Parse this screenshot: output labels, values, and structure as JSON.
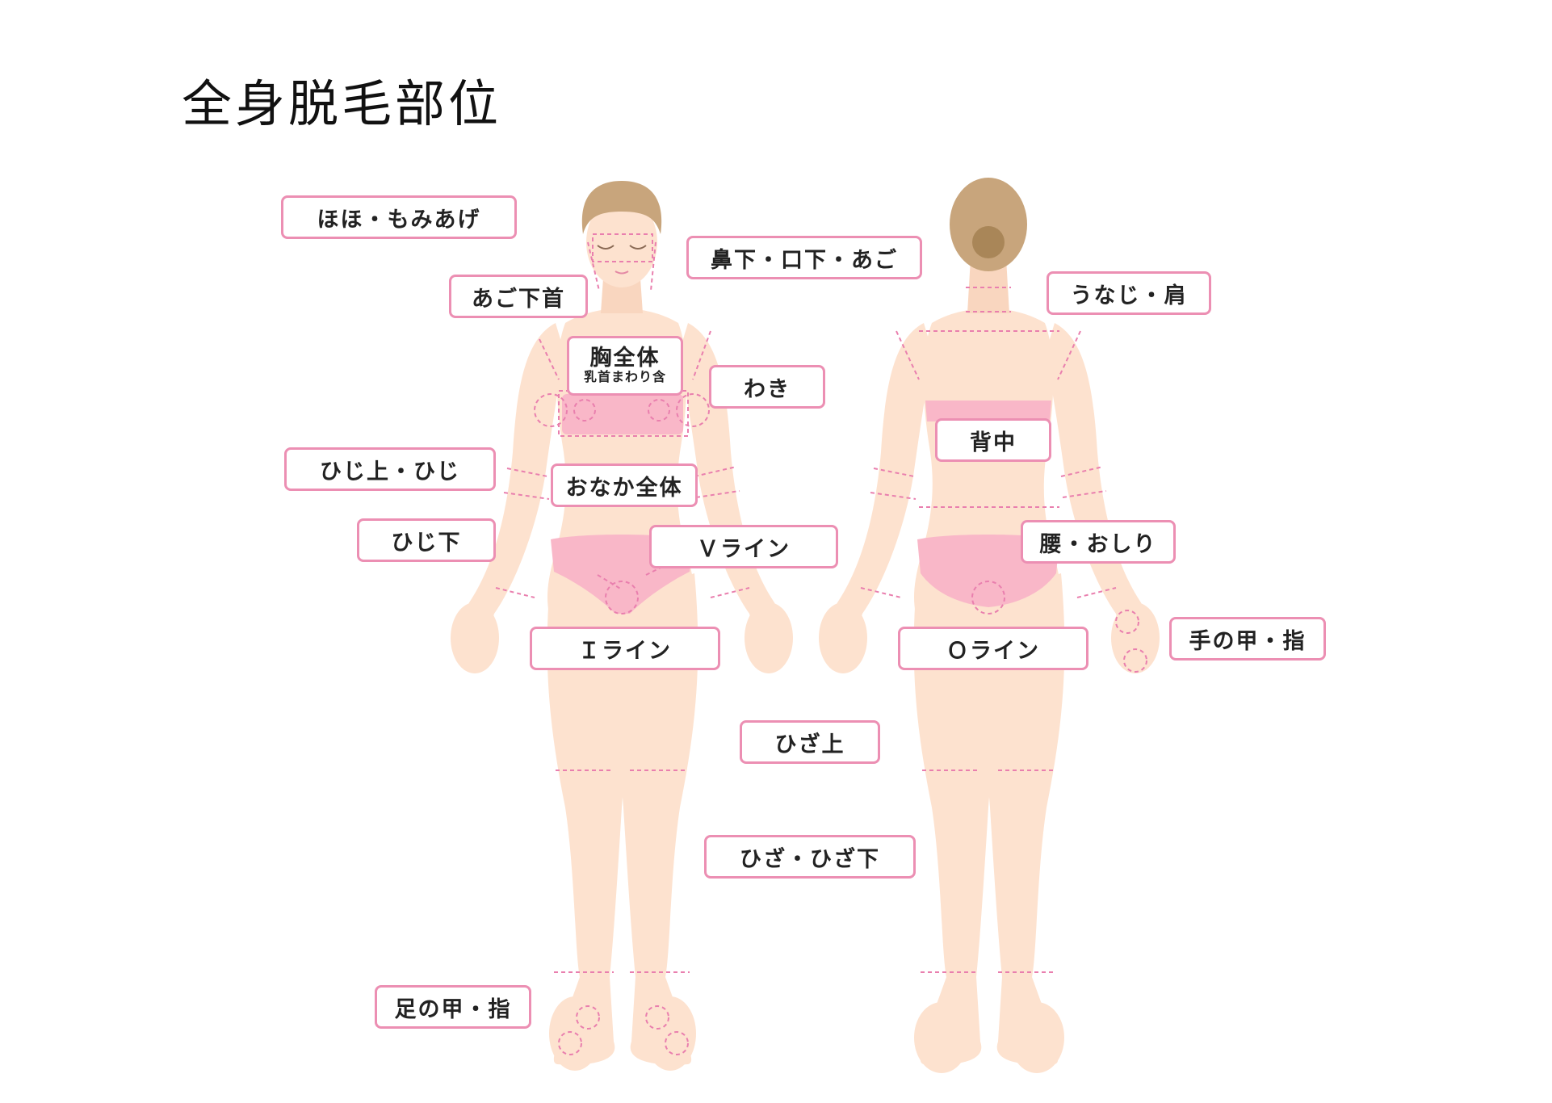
{
  "page": {
    "title": "全身脱毛部位"
  },
  "colors": {
    "skin": "#fde2cf",
    "skin_shadow": "#f5cdb2",
    "hair": "#c8a57c",
    "hair_dark": "#a98658",
    "underwear": "#f9b7c8",
    "label_border": "#ec8fb3",
    "guide_line": "#e97fae"
  },
  "labels": {
    "cheek": "ほほ・もみあげ",
    "nose_mouth_chin": "鼻下・口下・あご",
    "under_chin_neck": "あご下首",
    "nape_shoulder": "うなじ・肩",
    "chest": "胸全体",
    "chest_sub": "乳首まわり含",
    "armpit": "わき",
    "back": "背中",
    "upper_elbow": "ひじ上・ひじ",
    "belly": "おなか全体",
    "lower_elbow": "ひじ下",
    "v_line": "Ｖライン",
    "waist_hip": "腰・おしり",
    "i_line": "Ｉライン",
    "o_line": "Ｏライン",
    "hand_finger": "手の甲・指",
    "above_knee": "ひざ上",
    "knee_below": "ひざ・ひざ下",
    "foot_toe": "足の甲・指"
  }
}
